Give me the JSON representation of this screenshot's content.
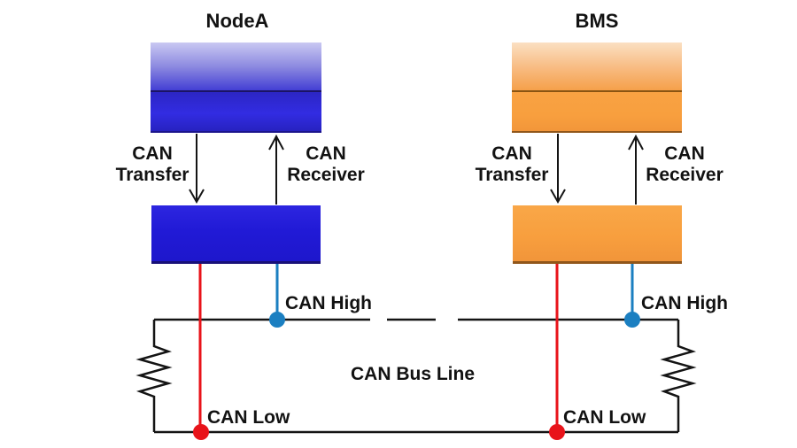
{
  "nodes": [
    {
      "name": "NodeA",
      "transfer_label": "CAN Transfer",
      "receiver_label": "CAN Receiver",
      "accent_color": "#211ad6"
    },
    {
      "name": "BMS",
      "transfer_label": "CAN Transfer",
      "receiver_label": "CAN Receiver",
      "accent_color": "#f89f3e"
    }
  ],
  "bus": {
    "high_label": "CAN High",
    "low_label": "CAN Low",
    "line_label": "CAN Bus Line",
    "high_wire_color": "#1b7fc1",
    "low_wire_color": "#e8131a",
    "bus_line_color": "#141414"
  }
}
